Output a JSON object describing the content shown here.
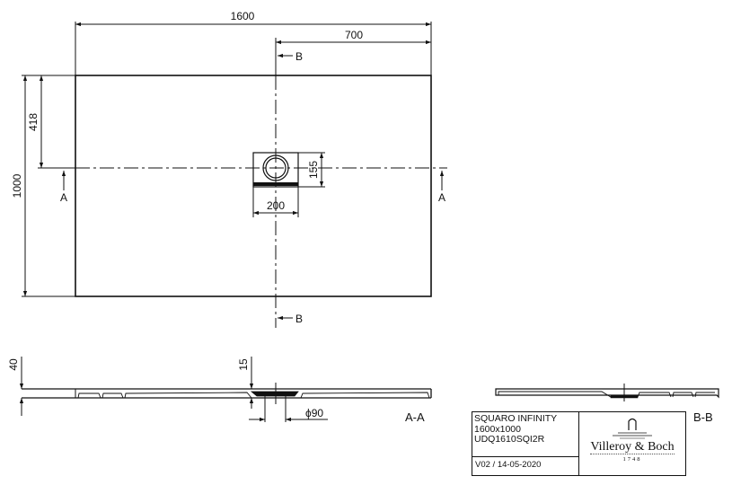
{
  "product": {
    "name": "SQUARO INFINITY",
    "size": "1600x1000",
    "code": "UDQ1610SQI2R",
    "version": "V02 / 14-05-2020"
  },
  "brand": {
    "name": "Villeroy & Boch",
    "year": "1748"
  },
  "plan_view": {
    "dimensions": {
      "overall_width": "1600",
      "drain_offset_right": "700",
      "overall_depth": "1000",
      "drain_offset_top": "418",
      "drain_box_width": "200",
      "drain_box_depth": "155"
    },
    "section_markers": {
      "a_left": "A",
      "a_right": "A",
      "b_top": "B",
      "b_bottom": "B"
    }
  },
  "section_aa": {
    "label": "A-A",
    "dimensions": {
      "tray_height": "40",
      "drain_depth": "15",
      "drain_diameter": "ϕ90"
    }
  },
  "section_bb": {
    "label": "B-B"
  }
}
